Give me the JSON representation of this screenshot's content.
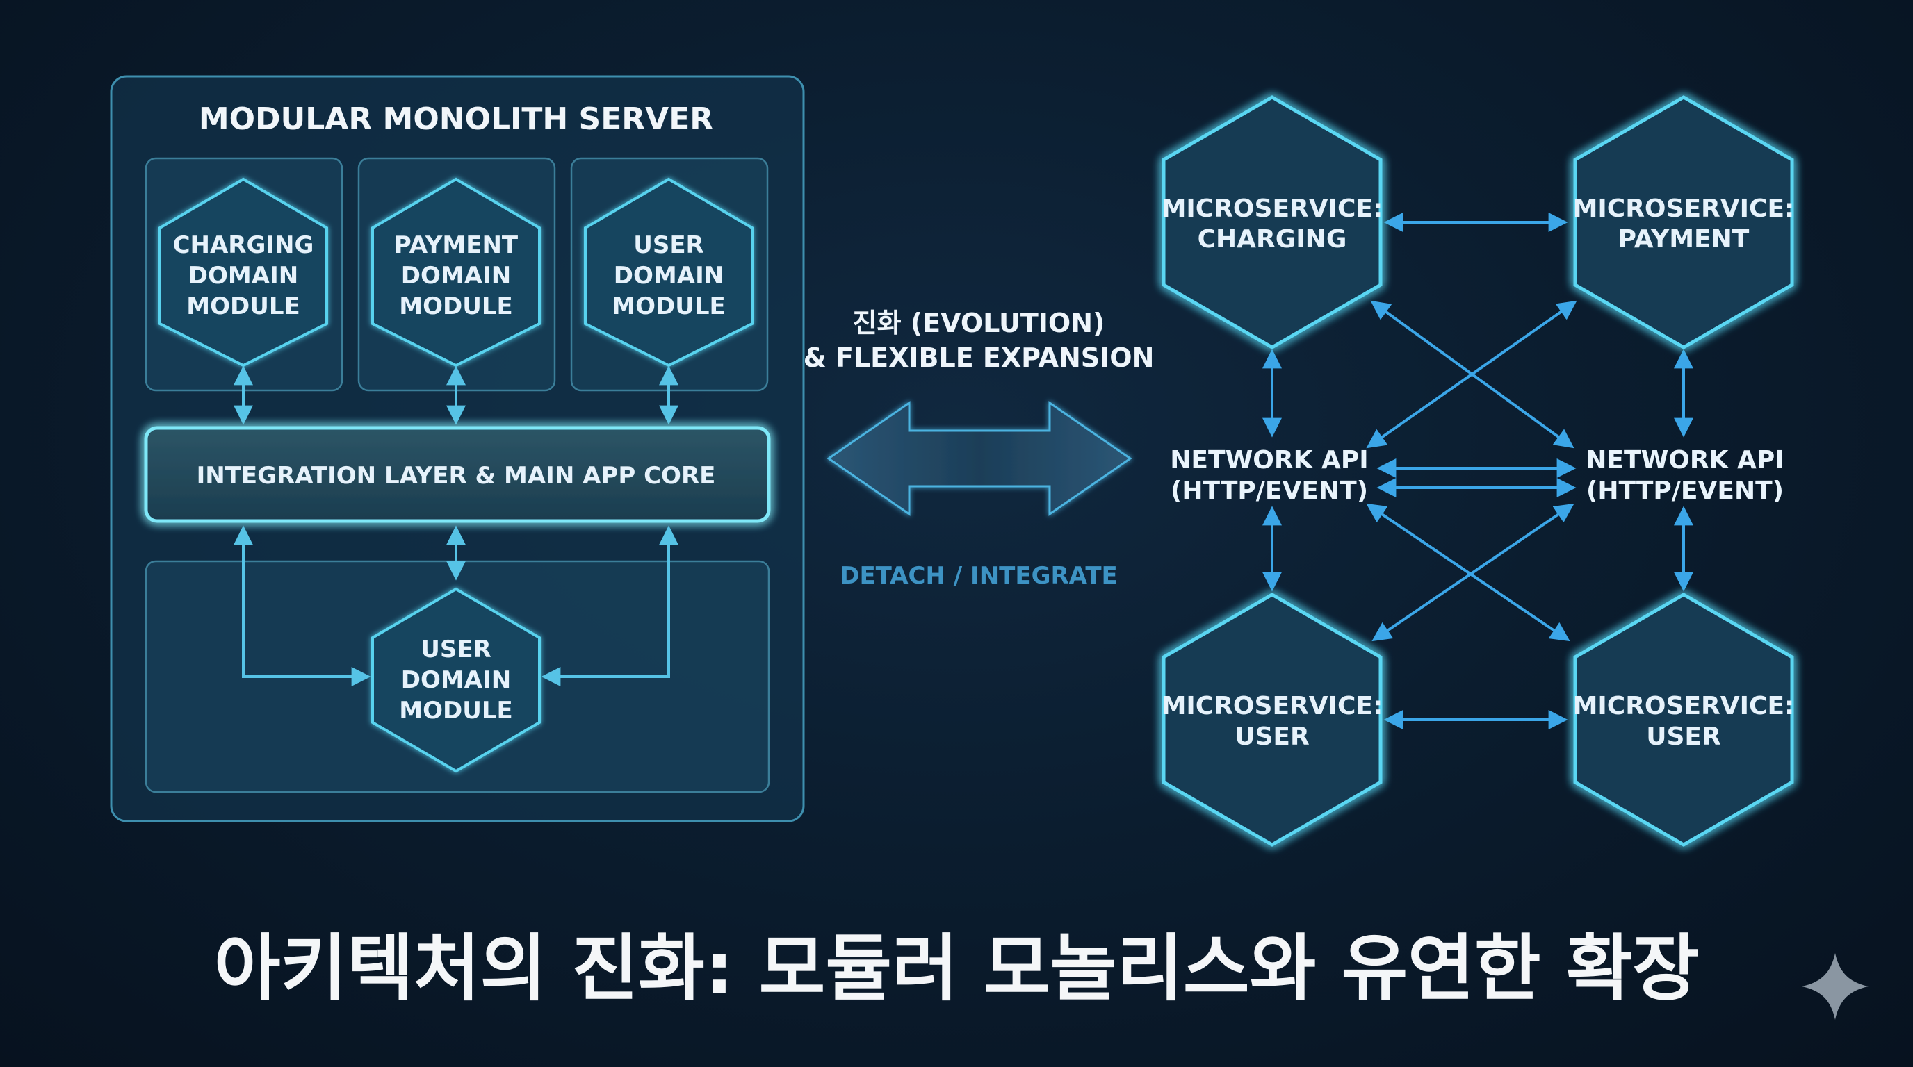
{
  "monolith": {
    "title": "MODULAR MONOLITH SERVER",
    "modules": [
      [
        "CHARGING",
        "DOMAIN",
        "MODULE"
      ],
      [
        "PAYMENT",
        "DOMAIN",
        "MODULE"
      ],
      [
        "USER",
        "DOMAIN",
        "MODULE"
      ]
    ],
    "core": "INTEGRATION LAYER & MAIN APP CORE",
    "bottom_module": [
      "USER",
      "DOMAIN",
      "MODULE"
    ]
  },
  "transition": {
    "line1": "진화 (EVOLUTION)",
    "line2": "& FLEXIBLE EXPANSION",
    "arrow_label": "DETACH / INTEGRATE"
  },
  "microservices": {
    "services": [
      [
        "MICROSERVICE:",
        "CHARGING"
      ],
      [
        "MICROSERVICE:",
        "PAYMENT"
      ],
      [
        "MICROSERVICE:",
        "USER"
      ],
      [
        "MICROSERVICE:",
        "USER"
      ]
    ],
    "apis": [
      [
        "NETWORK API",
        "(HTTP/EVENT)"
      ],
      [
        "NETWORK API",
        "(HTTP/EVENT)"
      ]
    ]
  },
  "caption": "아키텍처의 진화: 모듈러 모놀리스와 유연한 확장",
  "colors": {
    "background": "#0b1d2f",
    "accent_cyan": "#4fd6f0",
    "arrow_blue": "#2f9fe6",
    "panel": "#16384f"
  },
  "icons": {
    "corner": "sparkle-icon"
  }
}
